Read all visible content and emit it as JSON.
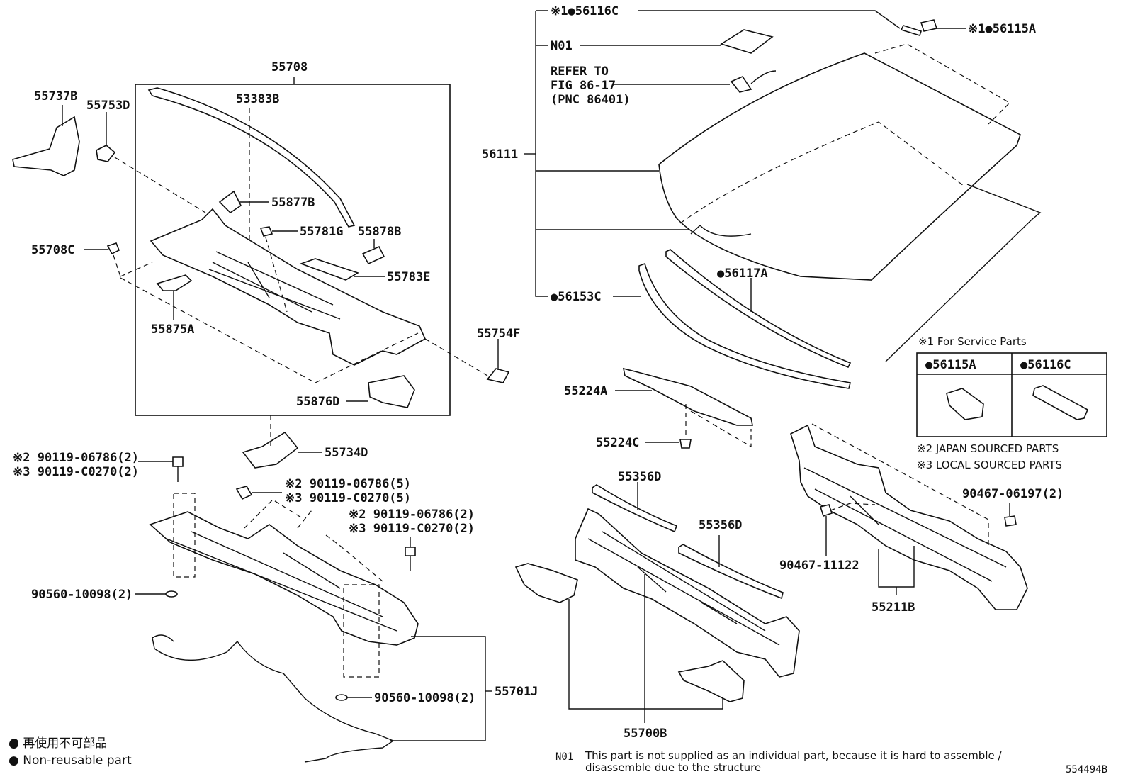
{
  "labels": {
    "p55708": "55708",
    "p55737B": "55737B",
    "p55753D": "55753D",
    "p53383B": "53383B",
    "p55877B": "55877B",
    "p55781G": "55781G",
    "p55878B": "55878B",
    "p55708C": "55708C",
    "p55783E": "55783E",
    "p55875A": "55875A",
    "p55754F": "55754F",
    "p55876D": "55876D",
    "p55734D": "55734D",
    "p90119a1": "※2 90119-06786(2)",
    "p90119a2": "※3 90119-C0270(2)",
    "p90119b1": "※2 90119-06786(5)",
    "p90119b2": "※3 90119-C0270(5)",
    "p90119c1": "※2 90119-06786(2)",
    "p90119c2": "※3 90119-C0270(2)",
    "p90560a": "90560-10098(2)",
    "p90560b": "90560-10098(2)",
    "p55701J": "55701J",
    "p56116C": "※1●56116C",
    "pN01": "N01",
    "refer1": "REFER TO",
    "refer2": "FIG 86-17",
    "refer3": "(PNC 86401)",
    "p56115A": "※1●56115A",
    "p56111": "56111",
    "p56117A": "●56117A",
    "p56153C": "●56153C",
    "p55224A": "55224A",
    "p55224C": "55224C",
    "p55356D_a": "55356D",
    "p55356D_b": "55356D",
    "p90467_06197": "90467-06197(2)",
    "p90467_11122": "90467-11122",
    "p55211B": "55211B",
    "p55700B": "55700B"
  },
  "service_box": {
    "title": "※1 For Service Parts",
    "col1": "●56115A",
    "col2": "●56116C",
    "note2": "※2 JAPAN SOURCED PARTS",
    "note3": "※3 LOCAL SOURCED PARTS"
  },
  "legend": {
    "jp": "● 再使用不可部品",
    "en": "● Non-reusable part"
  },
  "footnote": {
    "code": "N01",
    "line1": "This part is not supplied as an individual part, because it is hard to assemble /",
    "line2": "disassemble due to the structure"
  },
  "diagram_id": "554494B"
}
